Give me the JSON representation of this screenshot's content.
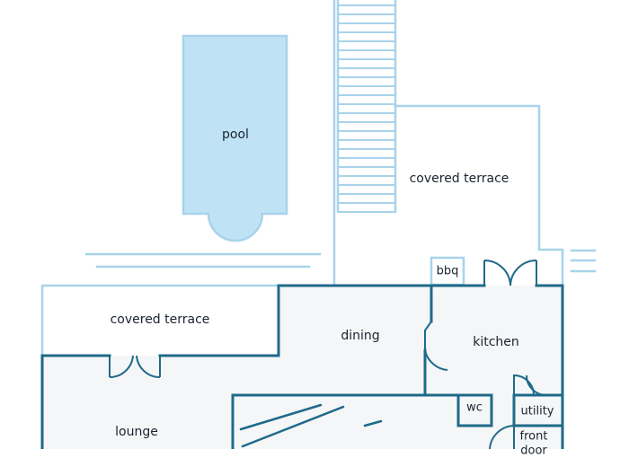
{
  "colors": {
    "background": "#ffffff",
    "outdoor_line": "#a8d3ea",
    "pool_fill": "#bfe2f5",
    "wall": "#1f6a8a",
    "floor": "#f5f6f7",
    "text": "#1b2330"
  },
  "labels": {
    "pool": "pool",
    "covered_terrace_upper": "covered terrace",
    "covered_terrace_lower": "covered terrace",
    "bbq": "bbq",
    "dining": "dining",
    "kitchen": "kitchen",
    "lounge": "lounge",
    "wc": "wc",
    "utility": "utility",
    "front_door": "front door"
  }
}
